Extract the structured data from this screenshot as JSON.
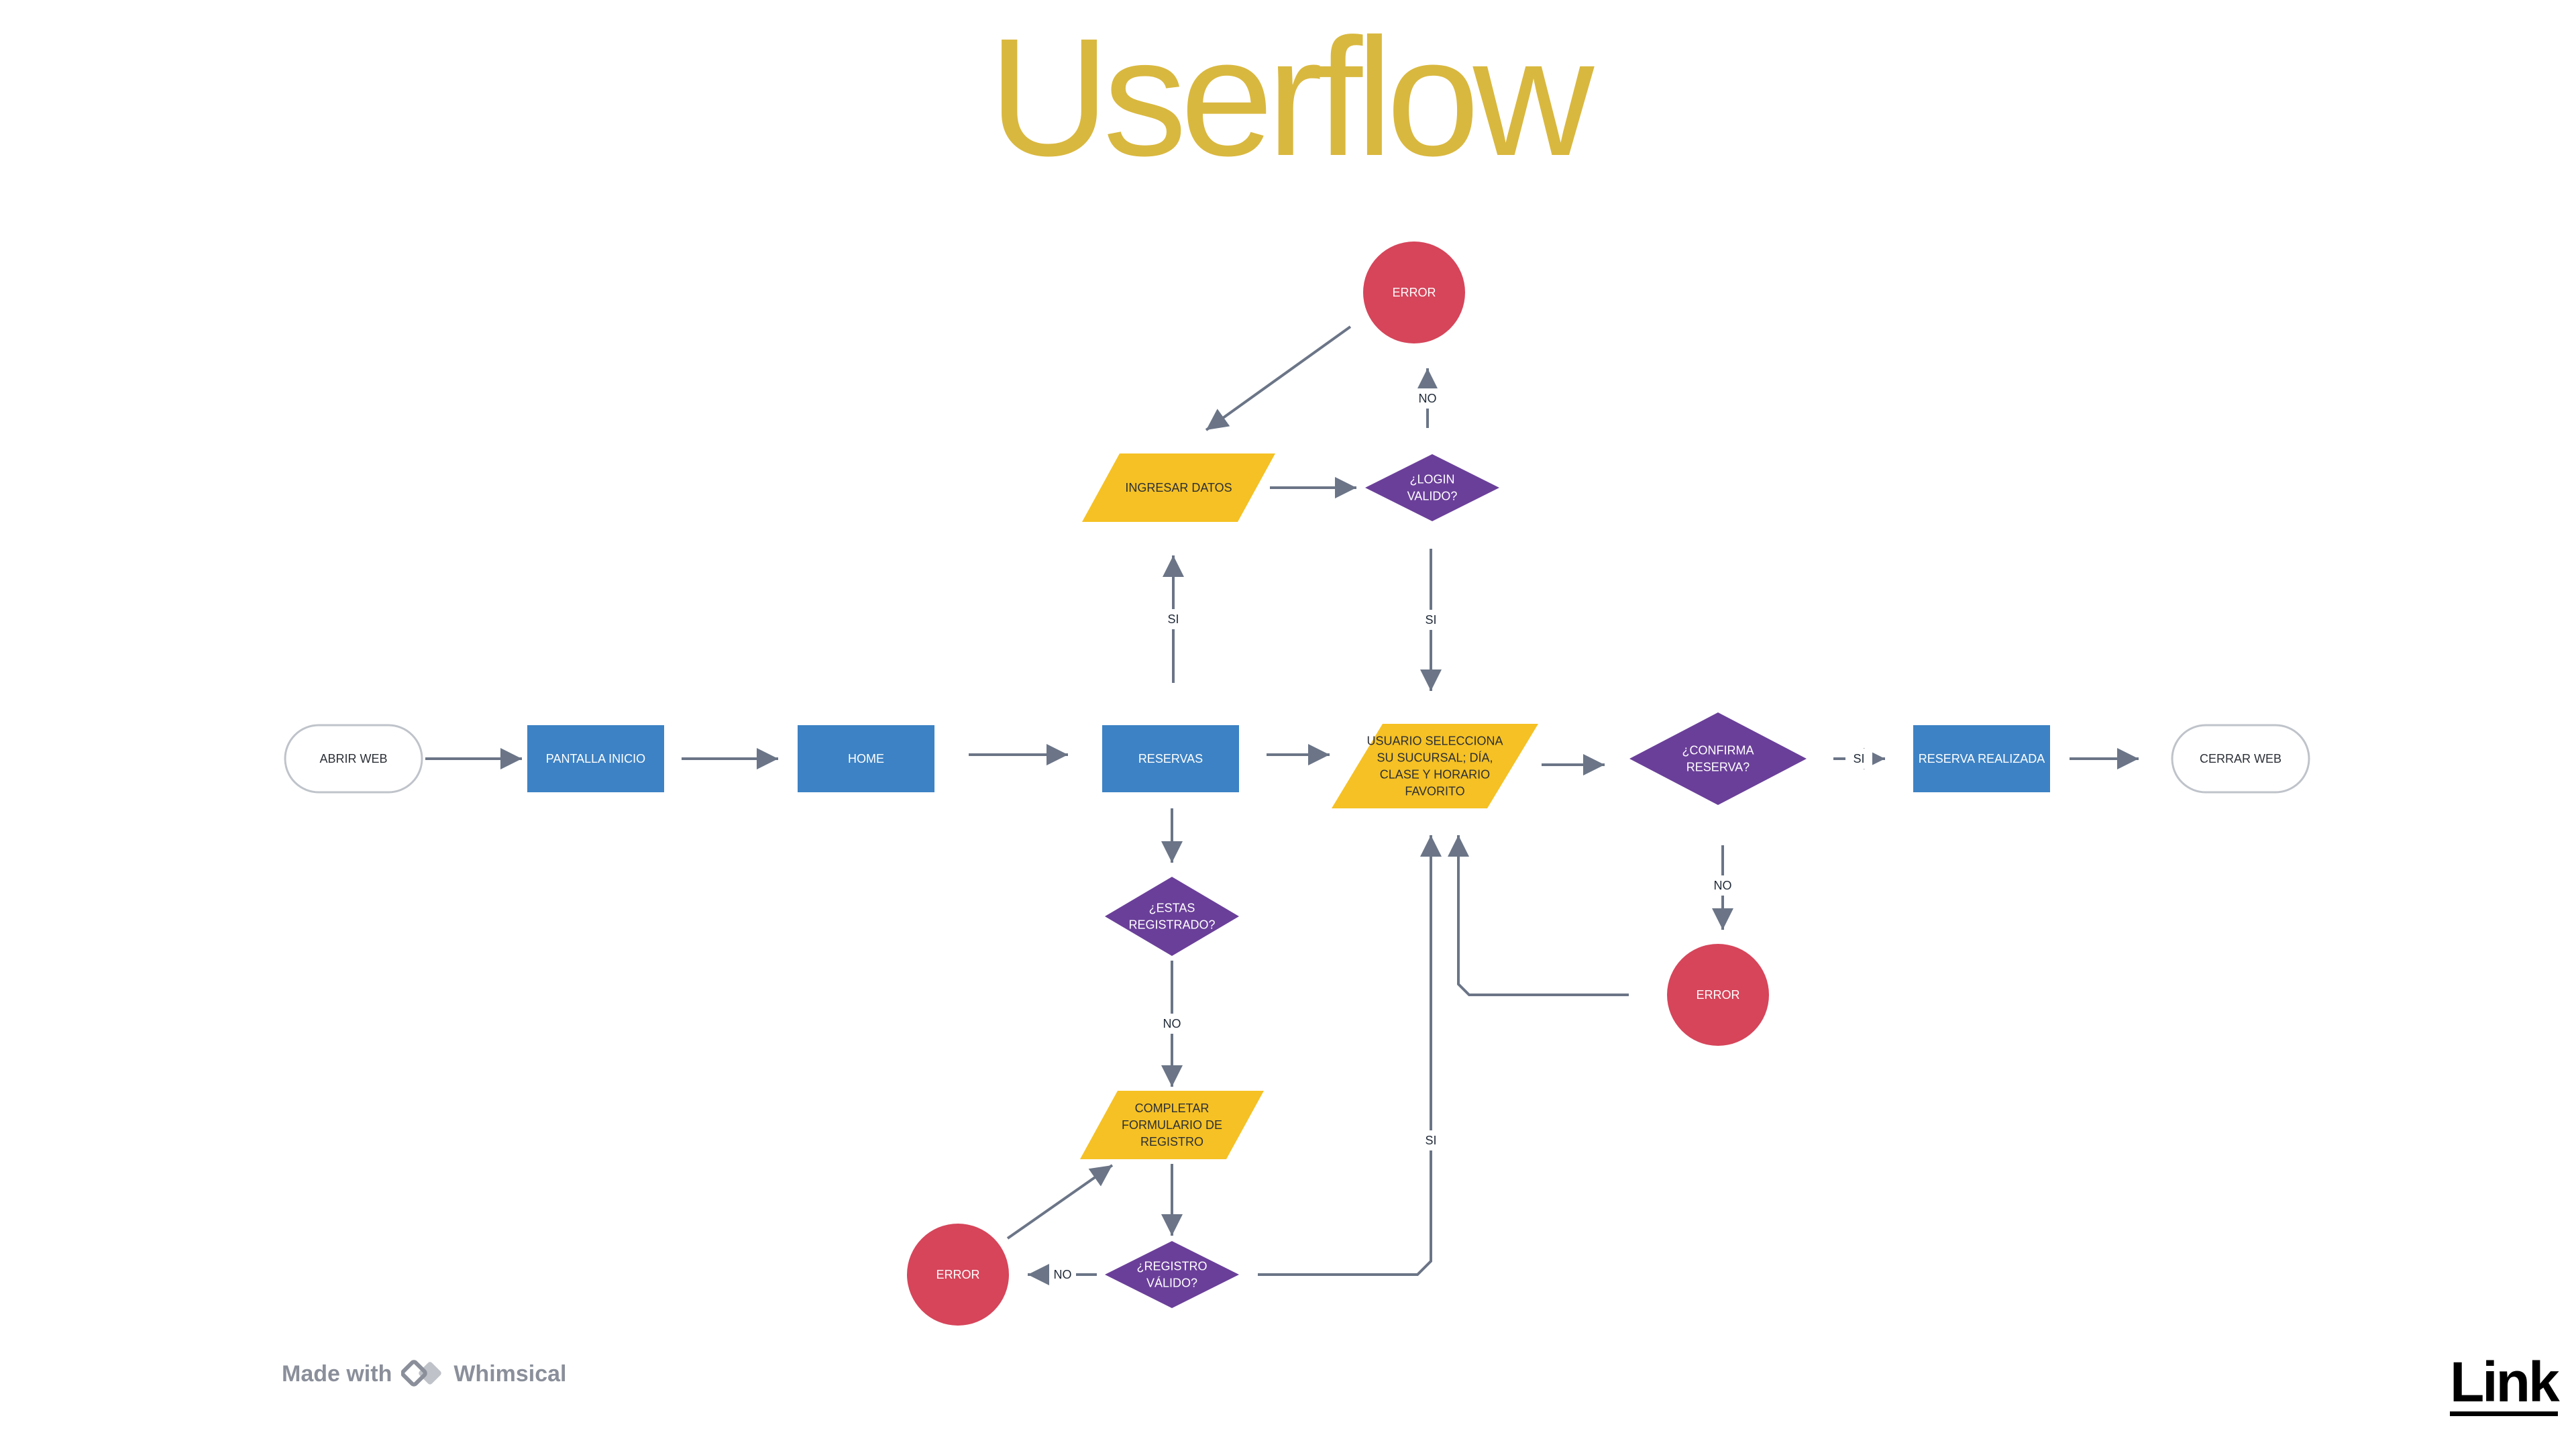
{
  "title": "Userflow",
  "colors": {
    "title": "#D9B83F",
    "process": "#3D82C4",
    "input": "#F5C124",
    "decision": "#6A3F99",
    "error": "#D6455A",
    "terminal_stroke": "#BFC3CA",
    "arrow": "#6B7587"
  },
  "nodes": {
    "abrir_web": {
      "type": "terminal",
      "label": "ABRIR WEB"
    },
    "pantalla_inicio": {
      "type": "process",
      "label": "PANTALLA INICIO"
    },
    "home": {
      "type": "process",
      "label": "HOME"
    },
    "reservas": {
      "type": "process",
      "label": "RESERVAS"
    },
    "usuario_selecciona": {
      "type": "input",
      "label": [
        "USUARIO SELECCIONA",
        "SU SUCURSAL; DÍA,",
        "CLASE Y HORARIO",
        "FAVORITO"
      ]
    },
    "confirma_reserva": {
      "type": "decision",
      "label": [
        "¿CONFIRMA",
        "RESERVA?"
      ]
    },
    "reserva_realizada": {
      "type": "process",
      "label": "RESERVA REALIZADA"
    },
    "cerrar_web": {
      "type": "terminal",
      "label": "CERRAR WEB"
    },
    "ingresar_datos": {
      "type": "input",
      "label": "INGRESAR DATOS"
    },
    "login_valido": {
      "type": "decision",
      "label": [
        "¿LOGIN",
        "VALIDO?"
      ]
    },
    "error_login": {
      "type": "error",
      "label": "ERROR"
    },
    "estas_registrado": {
      "type": "decision",
      "label": [
        "¿ESTAS",
        "REGISTRADO?"
      ]
    },
    "completar_formulario": {
      "type": "input",
      "label": [
        "COMPLETAR",
        "FORMULARIO DE",
        "REGISTRO"
      ]
    },
    "registro_valido": {
      "type": "decision",
      "label": [
        "¿REGISTRO",
        "VÁLIDO?"
      ]
    },
    "error_registro": {
      "type": "error",
      "label": "ERROR"
    },
    "error_confirma": {
      "type": "error",
      "label": "ERROR"
    }
  },
  "edges": [
    {
      "from": "abrir_web",
      "to": "pantalla_inicio",
      "label": ""
    },
    {
      "from": "pantalla_inicio",
      "to": "home",
      "label": ""
    },
    {
      "from": "home",
      "to": "reservas",
      "label": ""
    },
    {
      "from": "reservas",
      "to": "usuario_selecciona",
      "label": ""
    },
    {
      "from": "usuario_selecciona",
      "to": "confirma_reserva",
      "label": ""
    },
    {
      "from": "confirma_reserva",
      "to": "reserva_realizada",
      "label": "SI"
    },
    {
      "from": "reserva_realizada",
      "to": "cerrar_web",
      "label": ""
    },
    {
      "from": "reservas",
      "to": "ingresar_datos",
      "label": "SI"
    },
    {
      "from": "ingresar_datos",
      "to": "login_valido",
      "label": ""
    },
    {
      "from": "login_valido",
      "to": "error_login",
      "label": "NO"
    },
    {
      "from": "error_login",
      "to": "ingresar_datos",
      "label": ""
    },
    {
      "from": "login_valido",
      "to": "usuario_selecciona",
      "label": "SI"
    },
    {
      "from": "reservas",
      "to": "estas_registrado",
      "label": ""
    },
    {
      "from": "estas_registrado",
      "to": "completar_formulario",
      "label": "NO"
    },
    {
      "from": "completar_formulario",
      "to": "registro_valido",
      "label": ""
    },
    {
      "from": "registro_valido",
      "to": "error_registro",
      "label": "NO"
    },
    {
      "from": "error_registro",
      "to": "completar_formulario",
      "label": ""
    },
    {
      "from": "registro_valido",
      "to": "usuario_selecciona",
      "label": "SI"
    },
    {
      "from": "confirma_reserva",
      "to": "error_confirma",
      "label": "NO"
    },
    {
      "from": "error_confirma",
      "to": "usuario_selecciona",
      "label": ""
    }
  ],
  "footer": {
    "made_with": "Made with",
    "tool": "Whimsical",
    "brand": "Link"
  }
}
